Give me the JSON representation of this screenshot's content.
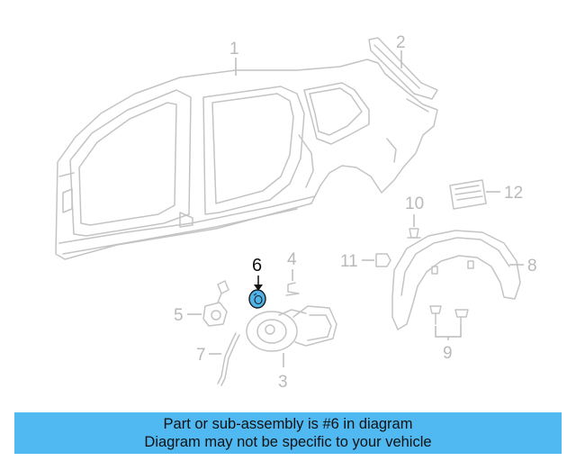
{
  "callouts": {
    "c1": "1",
    "c2": "2",
    "c3": "3",
    "c4": "4",
    "c5": "5",
    "c6": "6",
    "c7": "7",
    "c8": "8",
    "c9": "9",
    "c10": "10",
    "c11": "11",
    "c12": "12"
  },
  "highlight": {
    "part": "6",
    "color": "#4fb3e8"
  },
  "banner": {
    "line1": "Part or sub-assembly is #6 in diagram",
    "line2": "Diagram may not be specific to your vehicle",
    "color": "#50b9f2"
  }
}
